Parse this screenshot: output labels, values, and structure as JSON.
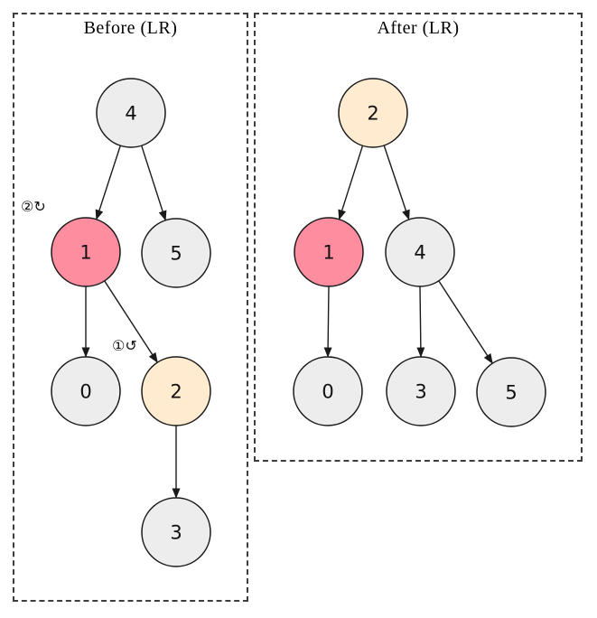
{
  "diagram": {
    "kind": "binary-tree-rotation",
    "rotation": "LR",
    "colors": {
      "node_default_fill": "#ededed",
      "node_pivot_fill": "#ff8da0",
      "node_new_root_fill": "#ffebd0",
      "node_stroke": "#1a1a1a",
      "edge_stroke": "#1a1a1a",
      "panel_border": "#3d3d3d",
      "background": "#ffffff"
    }
  },
  "panels": {
    "before": {
      "title": "Before (LR)",
      "annotations": [
        {
          "name": "step-2-rotate-right",
          "text": "②↻"
        },
        {
          "name": "step-1-rotate-left",
          "text": "①↺"
        }
      ],
      "nodes": [
        {
          "label": "4",
          "role": "root",
          "fill": "#ededed"
        },
        {
          "label": "1",
          "role": "pivot-highlight",
          "fill": "#ff8da0"
        },
        {
          "label": "5",
          "role": "leaf",
          "fill": "#ededed"
        },
        {
          "label": "0",
          "role": "leaf",
          "fill": "#ededed"
        },
        {
          "label": "2",
          "role": "new-root-highlight",
          "fill": "#ffebd0"
        },
        {
          "label": "3",
          "role": "leaf",
          "fill": "#ededed"
        }
      ],
      "edges": [
        "4→1",
        "4→5",
        "1→0",
        "1→2",
        "2→3"
      ]
    },
    "after": {
      "title": "After (LR)",
      "nodes": [
        {
          "label": "2",
          "role": "new-root-highlight",
          "fill": "#ffebd0"
        },
        {
          "label": "1",
          "role": "pivot-highlight",
          "fill": "#ff8da0"
        },
        {
          "label": "4",
          "role": "subtree-root",
          "fill": "#ededed"
        },
        {
          "label": "0",
          "role": "leaf",
          "fill": "#ededed"
        },
        {
          "label": "3",
          "role": "leaf",
          "fill": "#ededed"
        },
        {
          "label": "5",
          "role": "leaf",
          "fill": "#ededed"
        }
      ],
      "edges": [
        "2→1",
        "2→4",
        "1→0",
        "4→3",
        "4→5"
      ]
    }
  }
}
